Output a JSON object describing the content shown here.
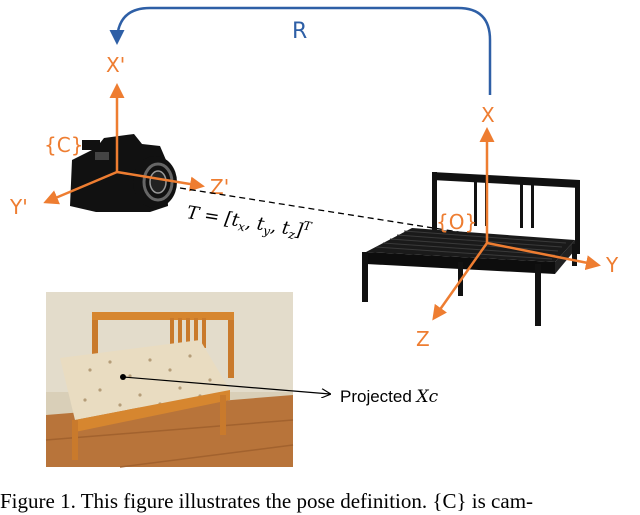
{
  "rotation_label": "R",
  "camera": {
    "frame_label": "{C}",
    "x_axis": "X'",
    "y_axis": "Y'",
    "z_axis": "Z'"
  },
  "object": {
    "frame_label": "{O}",
    "x_axis": "X",
    "y_axis": "Y",
    "z_axis": "Z"
  },
  "translation_equation": "T = [tx, ty, tz]T",
  "projection": {
    "label_text": "Projected ",
    "label_var": "Xc"
  },
  "caption": "Figure 1. This figure illustrates the pose definition. {C} is cam-",
  "colors": {
    "axis": "#ee7d31",
    "rotation": "#2e5fa6"
  }
}
